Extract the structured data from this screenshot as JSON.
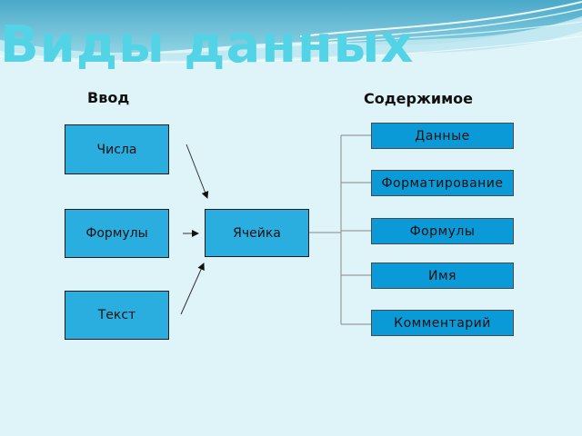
{
  "title": "Виды данных",
  "headings": {
    "input": "Ввод",
    "content": "Содержимое"
  },
  "inputs": [
    "Числа",
    "Формулы",
    "Текст"
  ],
  "center": "Ячейка",
  "contents": [
    "Данные",
    "Форматирование",
    "Формулы",
    "Имя",
    "Комментарий"
  ],
  "colors": {
    "background": "#def4f8",
    "title": "#52d4e6",
    "input_box": "#2aaee0",
    "content_box": "#0a9ad8"
  }
}
